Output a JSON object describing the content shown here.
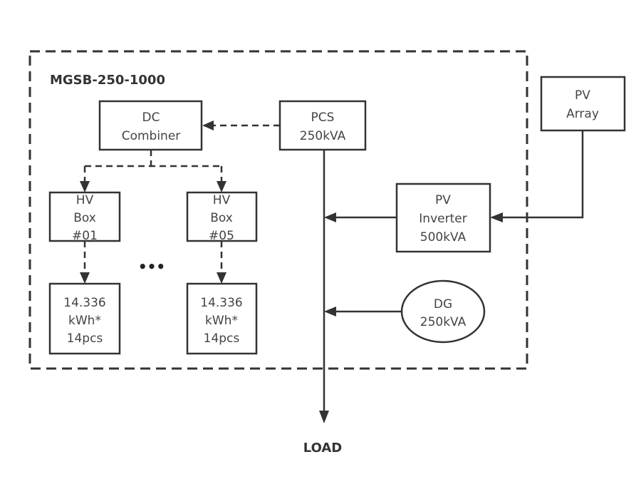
{
  "diagram": {
    "system_title": "MGSB-250-1000",
    "load_label": "LOAD",
    "ellipsis": "•••",
    "nodes": {
      "dc_combiner": [
        "DC",
        "Combiner"
      ],
      "pcs": [
        "PCS",
        "250kVA"
      ],
      "pv_array": [
        "PV",
        "Array"
      ],
      "pv_inverter": [
        "PV",
        "Inverter",
        "500kVA"
      ],
      "dg": [
        "DG",
        "250kVA"
      ],
      "hv_box_1": [
        "HV",
        "Box",
        "#01"
      ],
      "hv_box_5": [
        "HV",
        "Box",
        "#05"
      ],
      "battery_1": [
        "14.336",
        "kWh*",
        "14pcs"
      ],
      "battery_5": [
        "14.336",
        "kWh*",
        "14pcs"
      ]
    },
    "edges": [
      {
        "from": "pcs",
        "to": "dc_combiner",
        "style": "dashed"
      },
      {
        "from": "dc_combiner",
        "to": "hv_box_1",
        "style": "dashed"
      },
      {
        "from": "dc_combiner",
        "to": "hv_box_5",
        "style": "dashed"
      },
      {
        "from": "hv_box_1",
        "to": "battery_1",
        "style": "dashed"
      },
      {
        "from": "hv_box_5",
        "to": "battery_5",
        "style": "dashed"
      },
      {
        "from": "pv_array",
        "to": "pv_inverter",
        "style": "solid"
      },
      {
        "from": "pv_inverter",
        "to": "bus",
        "style": "solid"
      },
      {
        "from": "dg",
        "to": "bus",
        "style": "solid"
      },
      {
        "from": "pcs",
        "to": "load",
        "style": "solid"
      }
    ]
  }
}
